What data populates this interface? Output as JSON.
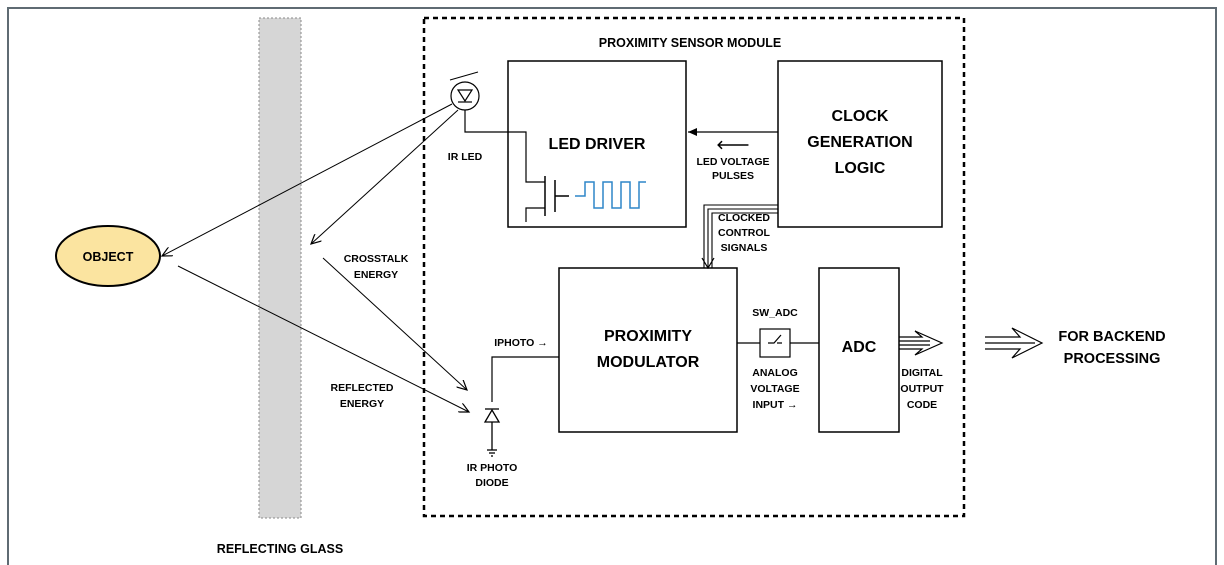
{
  "module_title": "PROXIMITY SENSOR MODULE",
  "blocks": {
    "led_driver": "LED DRIVER",
    "clock": [
      "CLOCK",
      "GENERATION",
      "LOGIC"
    ],
    "modulator": [
      "PROXIMITY",
      "MODULATOR"
    ],
    "adc": "ADC"
  },
  "labels": {
    "object": "OBJECT",
    "ir_led": "IR LED",
    "ir_photo_diode": [
      "IR PHOTO",
      "DIODE"
    ],
    "crosstalk": [
      "CROSSTALK",
      "ENERGY"
    ],
    "reflected": [
      "REFLECTED",
      "ENERGY"
    ],
    "reflecting_glass": "REFLECTING GLASS",
    "led_voltage_pulses": [
      "🡐",
      "LED VOLTAGE",
      "PULSES"
    ],
    "clocked_control": [
      "CLOCKED",
      "CONTROL",
      "SIGNALS"
    ],
    "iphoto": "IPHOTO →",
    "sw_adc": "SW_ADC",
    "analog_input": [
      "ANALOG",
      "VOLTAGE",
      "INPUT →"
    ],
    "digital_output": [
      "DIGITAL",
      "OUTPUT",
      "CODE"
    ],
    "backend": [
      "FOR BACKEND",
      "PROCESSING"
    ]
  },
  "colors": {
    "object_fill": "#fbe4a0",
    "glass_fill": "#d6d6d6",
    "pulse_wave": "#2e86c8",
    "frame": "#5f6b73",
    "line": "#000000"
  }
}
